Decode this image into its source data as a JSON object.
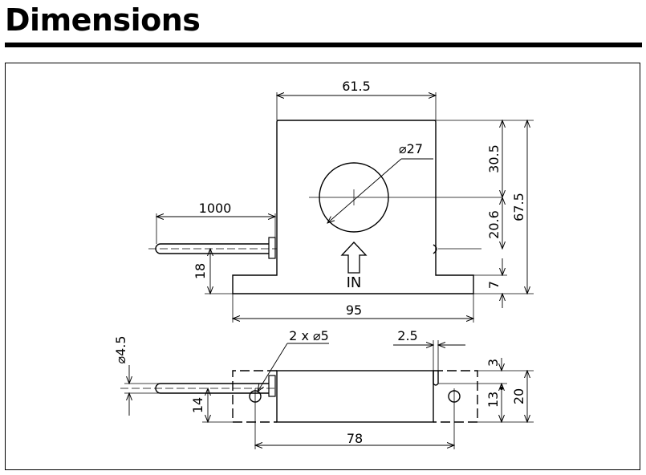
{
  "header": {
    "title": "Dimensions"
  },
  "front_view": {
    "dim_width_top": "61.5",
    "dim_hole": "⌀27",
    "dim_lead_length": "1000",
    "dim_lead_height": "18",
    "dim_base_width": "95",
    "dim_upper": "30.5",
    "dim_middle": "20.6",
    "dim_total_height": "67.5",
    "dim_base_height": "7",
    "arrow_label": "IN"
  },
  "bottom_view": {
    "dim_lead_dia": "⌀4.5",
    "dim_mount_holes": "2 x ⌀5",
    "dim_slot": "2.5",
    "dim_lead_offset": "14",
    "dim_hole_spacing": "78",
    "dim_top": "3",
    "dim_hole_offset": "13",
    "dim_depth": "20"
  }
}
